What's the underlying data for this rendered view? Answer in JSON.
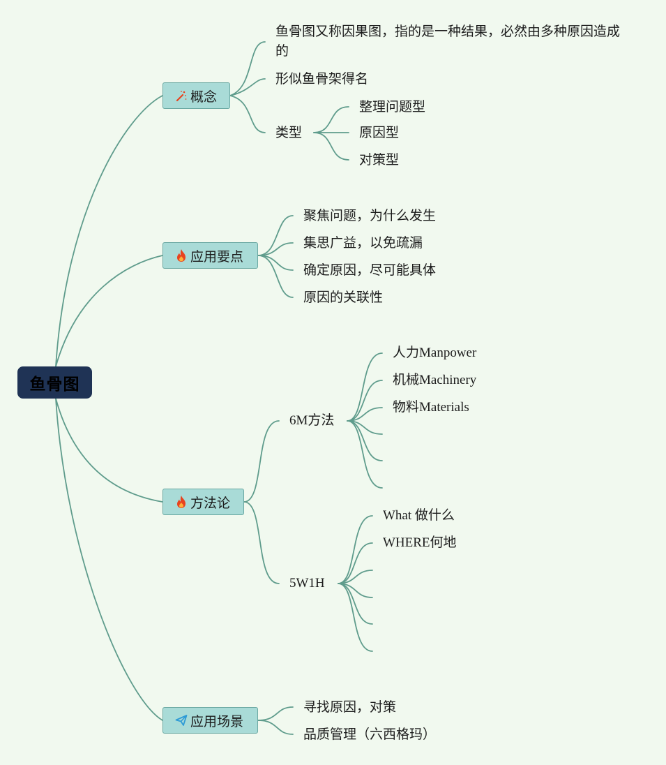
{
  "root": {
    "label": "鱼骨图"
  },
  "concept": {
    "label": "概念",
    "icon": "magic-wand-icon",
    "items": [
      "鱼骨图又称因果图，指的是一种结果，必然由多种原因造成的",
      "形似鱼骨架得名"
    ],
    "types": {
      "label": "类型",
      "items": [
        "整理问题型",
        "原因型",
        "对策型"
      ]
    }
  },
  "key_points": {
    "label": "应用要点",
    "icon": "fire-icon",
    "items": [
      "聚焦问题，为什么发生",
      "集思广益，以免疏漏",
      "确定原因，尽可能具体",
      "原因的关联性"
    ]
  },
  "methodology": {
    "label": "方法论",
    "icon": "fire-icon",
    "six_m": {
      "label": "6M方法",
      "items": [
        "人力Manpower",
        "机械Machinery",
        "物料Materials",
        "",
        "",
        ""
      ]
    },
    "five_w1h": {
      "label": "5W1H",
      "items": [
        "What 做什么",
        "WHERE何地",
        "",
        "",
        "",
        ""
      ]
    }
  },
  "scenarios": {
    "label": "应用场景",
    "icon": "paper-plane-icon",
    "items": [
      "寻找原因，对策",
      "品质管理（六西格玛）"
    ]
  },
  "colors": {
    "background": "#f1f9ef",
    "connector": "#5f9c8c",
    "root_fill": "#1f3355",
    "category_fill": "#a9dbd7",
    "category_border": "#6aa8a2",
    "fire": "#e8431f",
    "plane": "#2e9bd6"
  }
}
